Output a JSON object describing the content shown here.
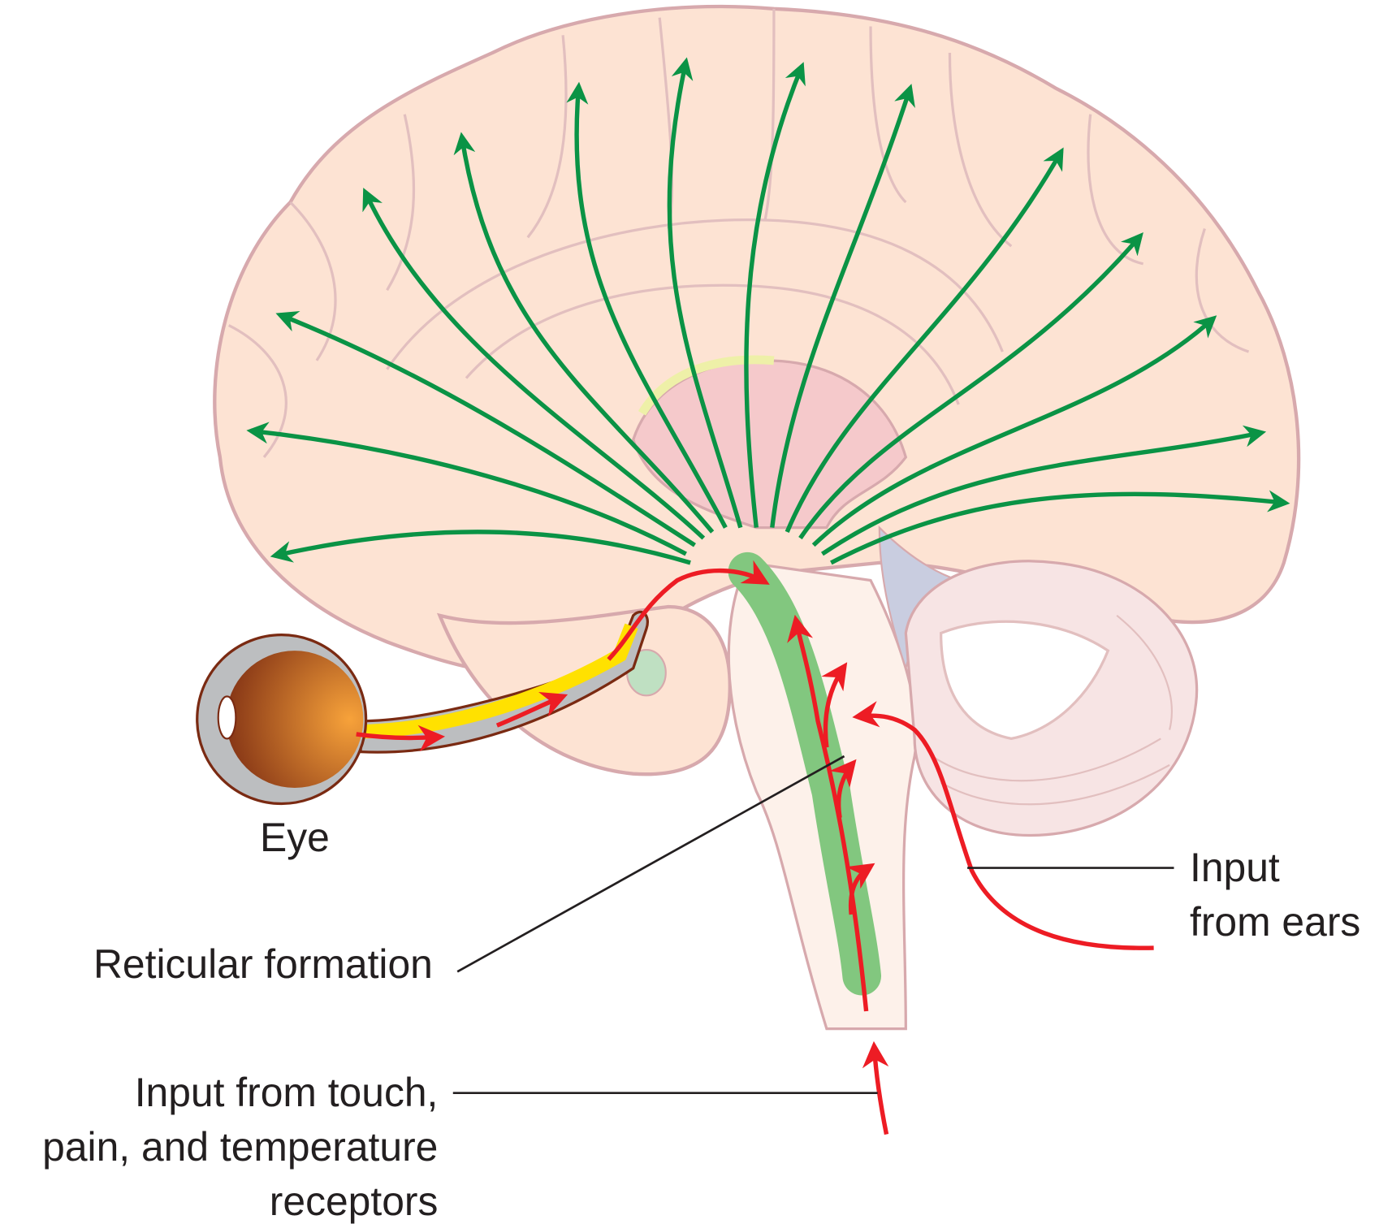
{
  "labels": {
    "eye": "Eye",
    "reticular_formation": "Reticular formation",
    "input_ears_line1": "Input",
    "input_ears_line2": "from ears",
    "input_touch_line1": "Input from touch,",
    "input_touch_line2": "pain, and temperature",
    "input_touch_line3": "receptors"
  },
  "colors": {
    "brain_fill": "#fde3d3",
    "brain_outline": "#d7a9ad",
    "projection_arrows": "#0a9345",
    "reticular_formation": "#82c77f",
    "sensory_input": "#ed1c24",
    "optic_nerve": "#ffe100",
    "label_text": "#231f20"
  }
}
